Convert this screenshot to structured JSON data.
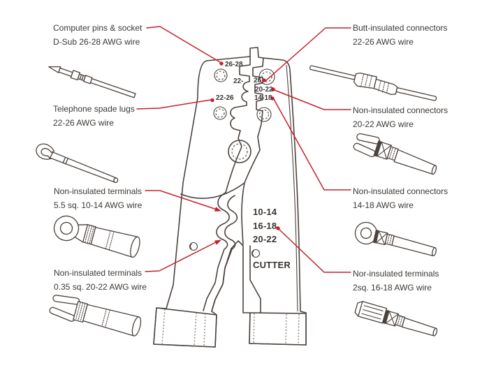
{
  "diagram": {
    "subject": "crimping tool callout diagram",
    "accent_color": "#c5202d",
    "line_color": "#4b423d",
    "text_color": "#3c3835"
  },
  "callouts": {
    "left": [
      {
        "line1": "Computer pins & socket",
        "line2": "D-Sub 26-28 AWG wire"
      },
      {
        "line1": "Telephone spade lugs",
        "line2": "22-26 AWG wire"
      },
      {
        "line1": "Non-insulated terminals",
        "line2": "5.5 sq. 10-14 AWG wire"
      },
      {
        "line1": "Non-insulated terminals",
        "line2": "0.35 sq. 20-22 AWG wire"
      }
    ],
    "right": [
      {
        "line1": "Butt-insulated connectors",
        "line2": "22-26 AWG wire"
      },
      {
        "line1": "Non-insulated connectors",
        "line2": "20-22 AWG wire"
      },
      {
        "line1": "Non-insulated connectors",
        "line2": "14-18 AWG wire"
      },
      {
        "line1": "Nor-insulated terminals",
        "line2": "2sq. 16-18 AWG wire"
      }
    ]
  },
  "tool": {
    "markings": [
      {
        "id": "jaw-26-28",
        "text": "26-28"
      },
      {
        "id": "jaw-22",
        "text": "22-"
      },
      {
        "id": "jaw-26",
        "text": "26"
      },
      {
        "id": "jaw-22-26",
        "text": "22-26"
      },
      {
        "id": "jaw-20-22",
        "text": "20-22"
      },
      {
        "id": "jaw-14-18",
        "text": "14-18"
      },
      {
        "id": "body-10-14",
        "text": "10-14"
      },
      {
        "id": "body-16-18",
        "text": "16-18"
      },
      {
        "id": "body-20-22",
        "text": "20-22"
      },
      {
        "id": "body-cutter",
        "text": "CUTTER"
      }
    ]
  },
  "illustrations": [
    "computer-pin-icon",
    "telephone-spade-lug-icon",
    "ring-terminal-large-icon",
    "fork-terminal-icon",
    "butt-connector-icon",
    "fork-spade-terminal-icon",
    "ring-terminal-small-icon",
    "quick-disconnect-terminal-icon"
  ]
}
